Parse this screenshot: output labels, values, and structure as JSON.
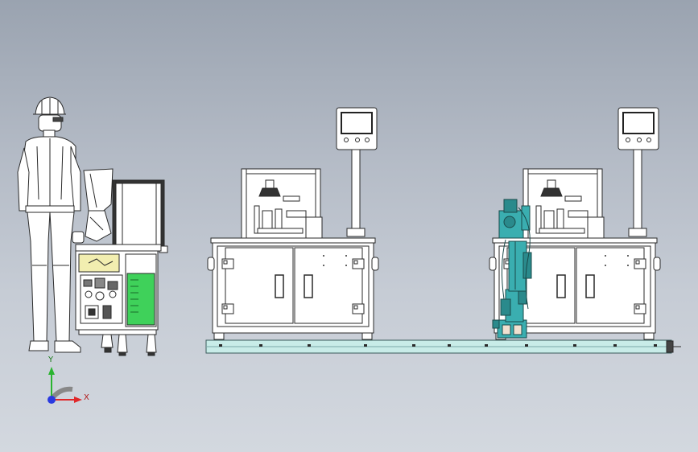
{
  "axes": {
    "x_label": "X",
    "y_label": "Y"
  },
  "hmi_screens": [
    {
      "id": "left"
    },
    {
      "id": "right"
    }
  ],
  "colors": {
    "frame": "#ffffff",
    "outline": "#2a2a2a",
    "rail": "#c8ece8",
    "robot": "#3aaeb0",
    "green_panel": "#3fd15a",
    "yellow_panel": "#f2eeb0",
    "axis_x": "#e0282a",
    "axis_y": "#2ab430",
    "axis_z": "#2a3ae0"
  }
}
